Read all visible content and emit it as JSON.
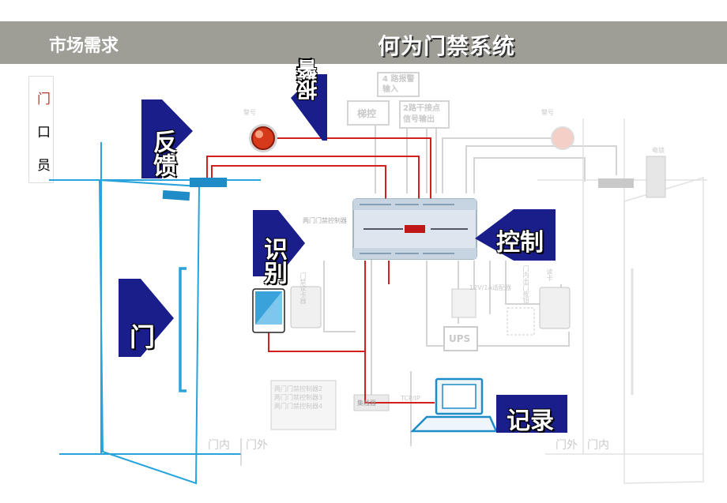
{
  "header": {
    "section": "市场需求",
    "title": "何为门禁系统"
  },
  "side_panel": {
    "items": [
      "门",
      "口",
      "员"
    ]
  },
  "labels": {
    "feedback": "反馈",
    "recognize": "识别",
    "door": "门",
    "control": "控制",
    "record": "记录",
    "alarm": "报警"
  },
  "faint_labels": {
    "alarm_input": "4 路报警输入",
    "elevator": "梯控",
    "dry_contact": "2路干接点信号输出",
    "controller": "两门门禁控制器",
    "inside_left": "门内",
    "outside_left": "门外",
    "outside_right": "门外",
    "inside_right": "门内",
    "ups": "UPS",
    "adapter": "12V/1A适配器",
    "cabinet_items": [
      "两门门禁控制器2",
      "两门门禁控制器3",
      "两门门禁控制器4"
    ],
    "switch": "集线器",
    "tcpip": "TCP/IP",
    "alarm_left": "警号",
    "alarm_right": "警号",
    "lock_right": "电锁",
    "reader": "门禁读卡器",
    "reader_right": "读卡",
    "exit_button": "门内出门按钮"
  },
  "colors": {
    "header_bg": "#9e9e96",
    "label_bg": "#1a1e8a",
    "wire_red": "#d21f1f",
    "door_blue": "#29a3dc",
    "faint": "#d0d0d0"
  }
}
